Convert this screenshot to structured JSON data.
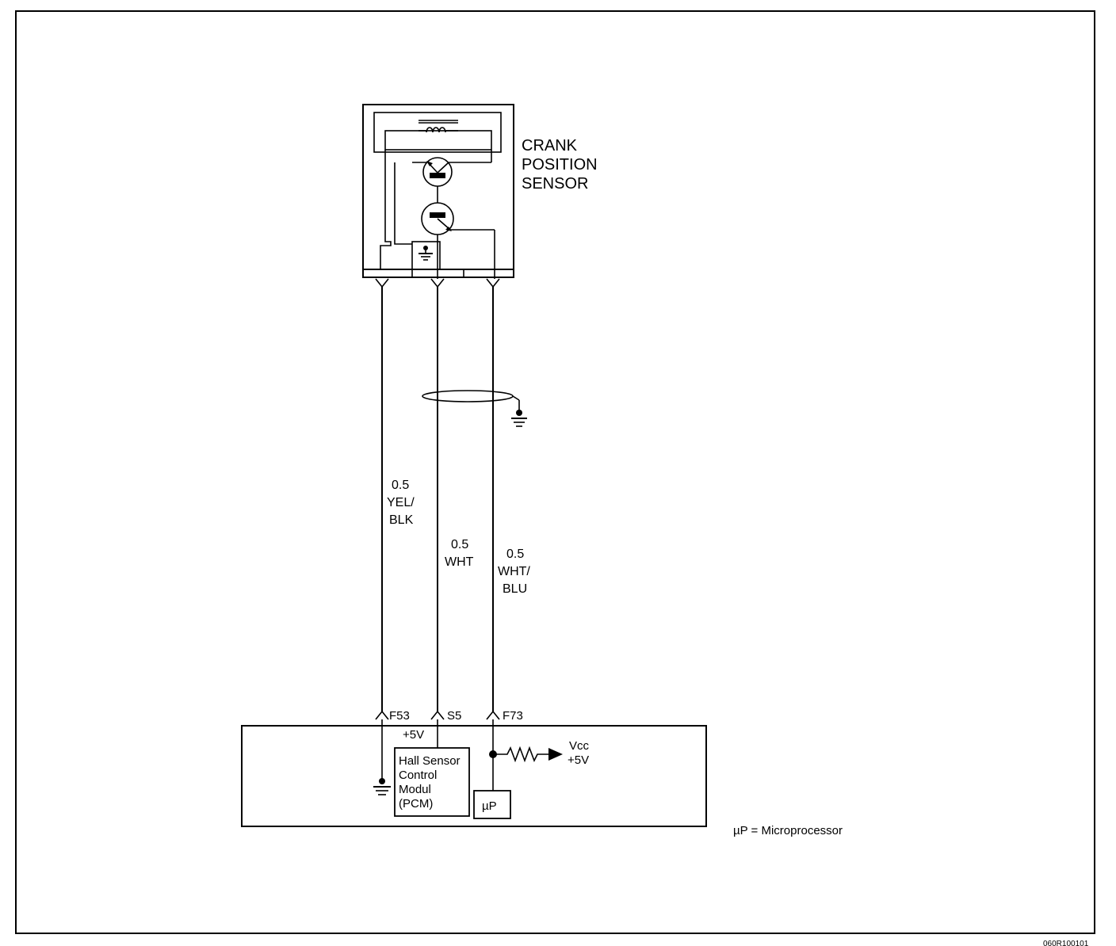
{
  "sensor": {
    "title_line1": "CRANK",
    "title_line2": "POSITION",
    "title_line3": "SENSOR"
  },
  "wires": [
    {
      "gauge": "0.5",
      "color_line1": "YEL/",
      "color_line2": "BLK",
      "pin": "F53"
    },
    {
      "gauge": "0.5",
      "color_line1": "WHT",
      "color_line2": "",
      "pin": "S5"
    },
    {
      "gauge": "0.5",
      "color_line1": "WHT/",
      "color_line2": "BLU",
      "pin": "F73"
    }
  ],
  "module": {
    "supply_label": "+5V",
    "hall_line1": "Hall Sensor",
    "hall_line2": "Control",
    "hall_line3": "Modul",
    "hall_line4": "(PCM)",
    "up_label": "µP",
    "vcc_line1": "Vcc",
    "vcc_line2": "+5V"
  },
  "legend": "µP = Microprocessor",
  "figure_code": "060R100101"
}
